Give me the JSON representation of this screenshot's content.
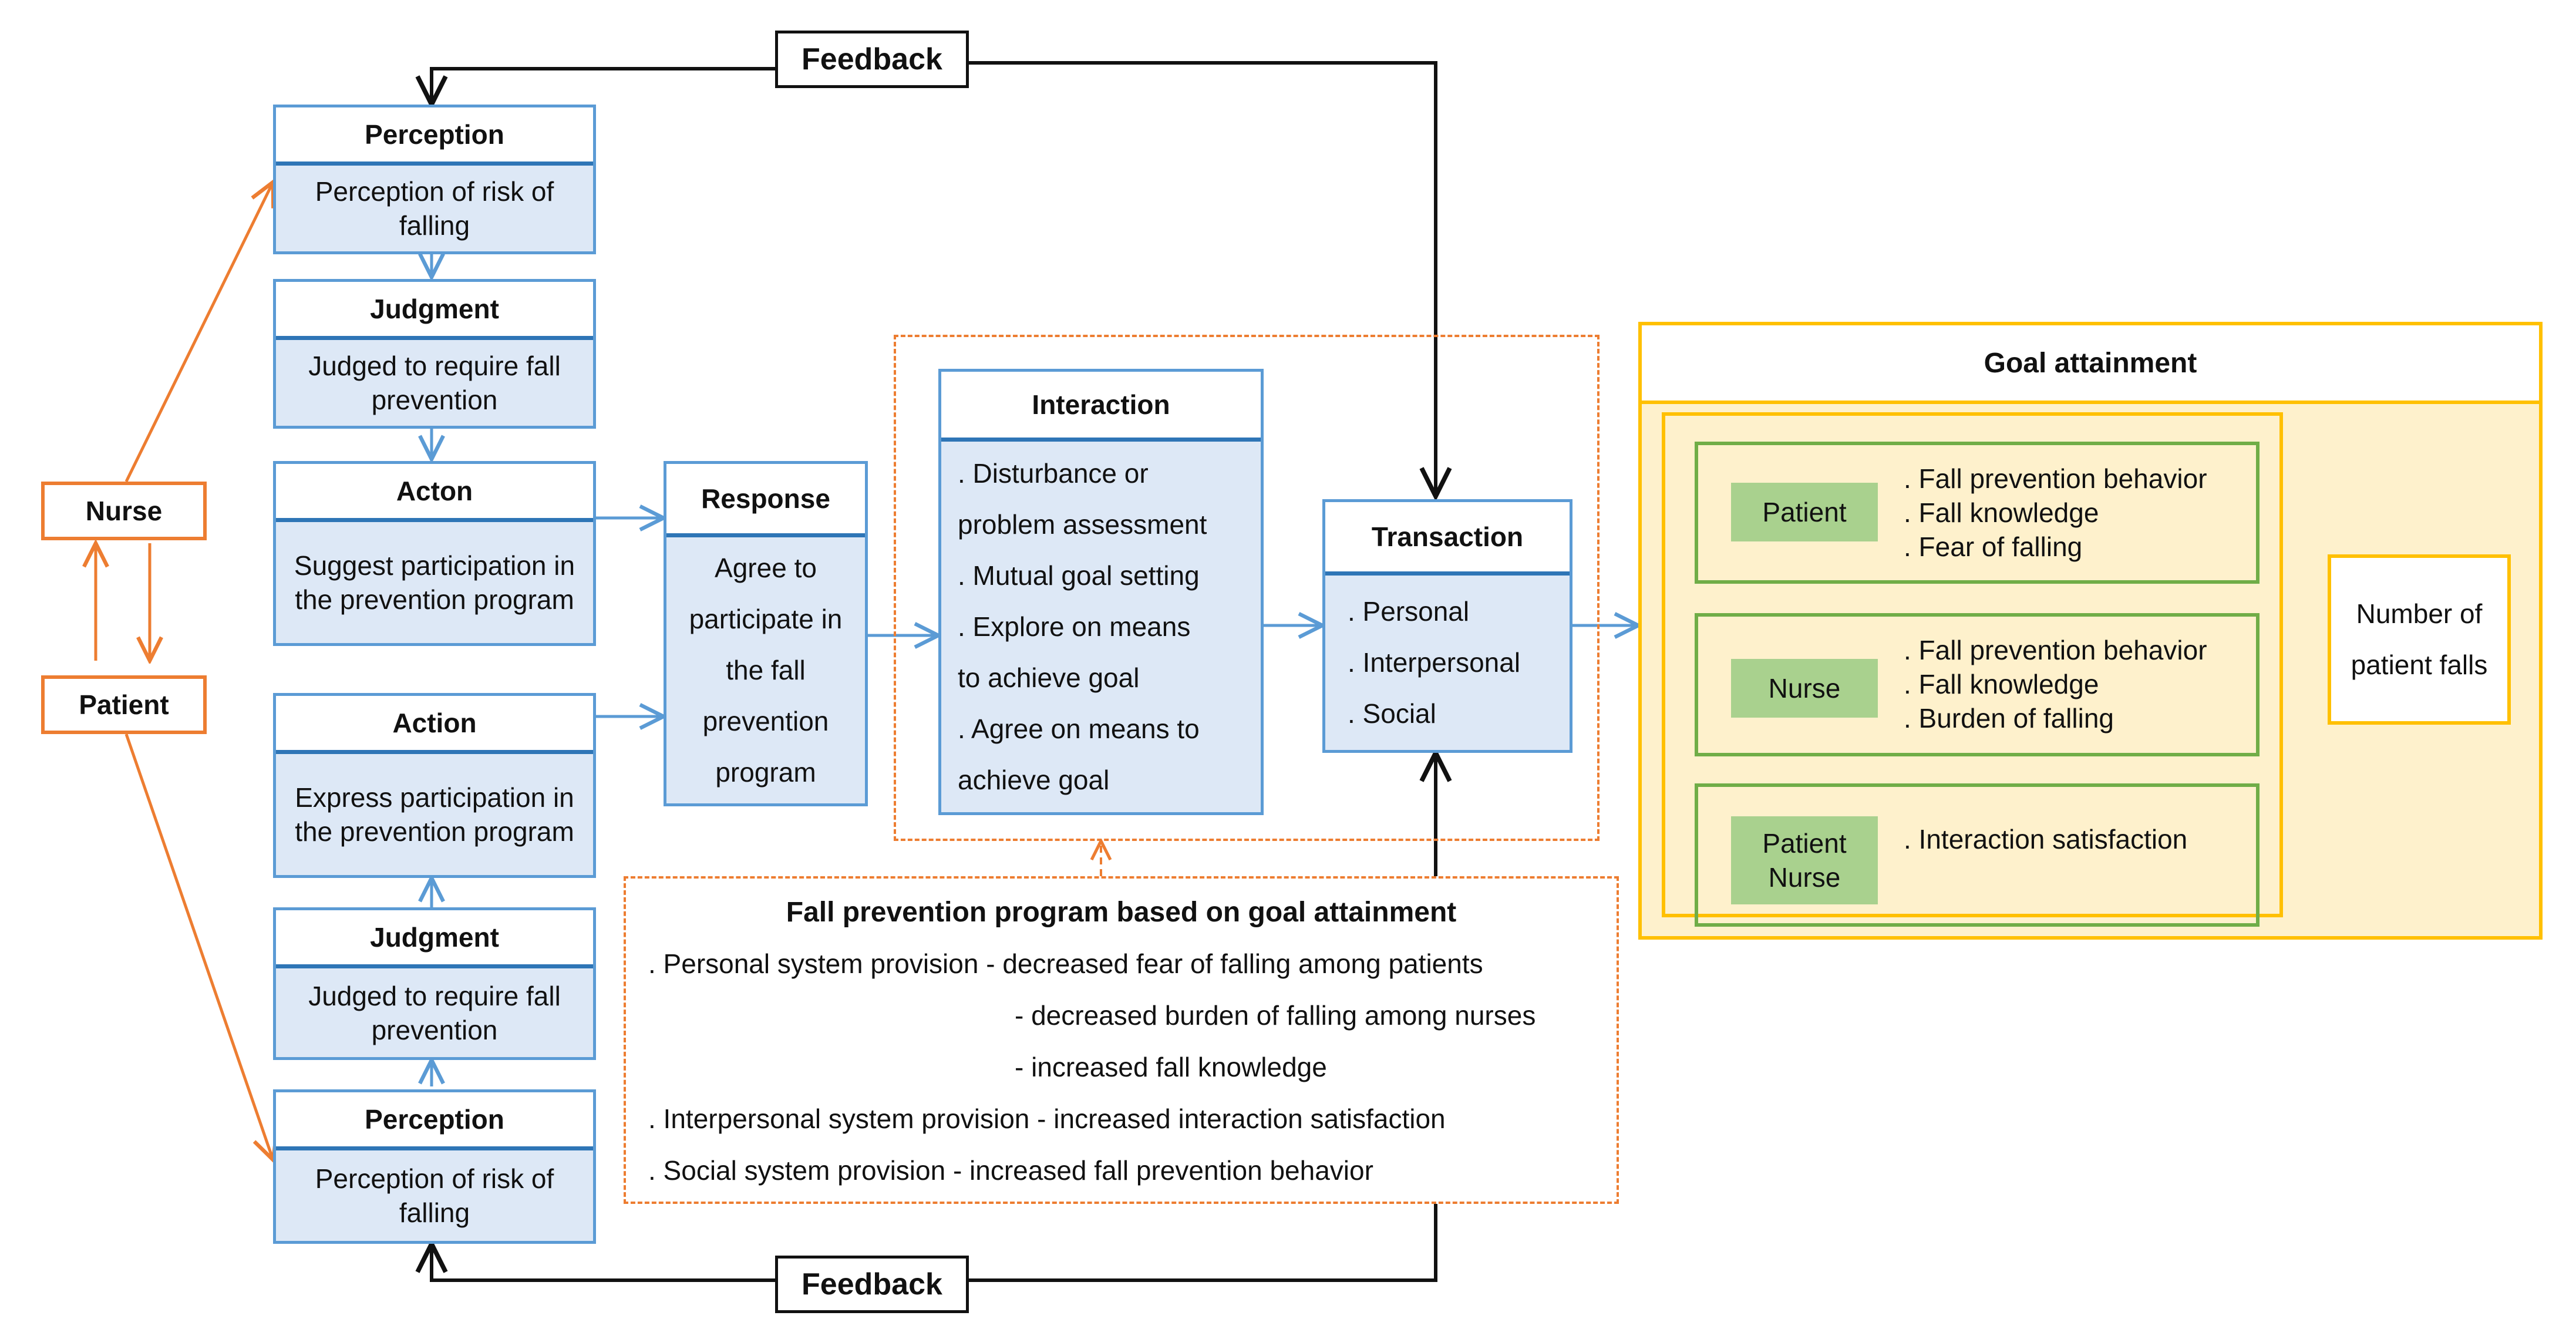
{
  "feedback": {
    "top_label": "Feedback",
    "bottom_label": "Feedback"
  },
  "actors": {
    "nurse": "Nurse",
    "patient": "Patient"
  },
  "nurse_column": {
    "perception": {
      "title": "Perception",
      "body": "Perception of risk of falling"
    },
    "judgment": {
      "title": "Judgment",
      "body": "Judged to require fall prevention"
    },
    "action": {
      "title": "Acton",
      "body": "Suggest participation in the prevention program"
    }
  },
  "patient_column": {
    "action": {
      "title": "Action",
      "body": "Express participation in the prevention program"
    },
    "judgment": {
      "title": "Judgment",
      "body": "Judged to require fall prevention"
    },
    "perception": {
      "title": "Perception",
      "body": "Perception of risk of falling"
    }
  },
  "response": {
    "title": "Response",
    "body": "Agree to participate in the fall prevention program"
  },
  "interaction": {
    "title": "Interaction",
    "items": [
      ". Disturbance or",
      "problem assessment",
      ". Mutual goal setting",
      ". Explore on means",
      "to achieve goal",
      ". Agree on means to",
      "achieve goal"
    ]
  },
  "transaction": {
    "title": "Transaction",
    "items": [
      ". Personal",
      ". Interpersonal",
      ". Social"
    ]
  },
  "program": {
    "title": "Fall prevention program based on goal attainment",
    "lines": [
      ". Personal system provision - decreased fear of falling among patients",
      "- decreased burden of falling among nurses",
      "- increased fall knowledge",
      ". Interpersonal system provision - increased interaction satisfaction",
      ". Social system provision - increased fall prevention behavior"
    ]
  },
  "goal_attainment": {
    "title": "Goal attainment",
    "groups": [
      {
        "label": "Patient",
        "outcomes": [
          ". Fall prevention behavior",
          ". Fall knowledge",
          ". Fear of falling"
        ]
      },
      {
        "label": "Nurse",
        "outcomes": [
          ". Fall prevention behavior",
          ". Fall knowledge",
          ". Burden of falling"
        ]
      },
      {
        "label": "Patient\nNurse",
        "outcomes": [
          ". Interaction satisfaction"
        ]
      }
    ],
    "outcome": "Number of patient falls"
  },
  "colors": {
    "orange": "#ed7d31",
    "blue_border": "#5b9bd5",
    "blue_title_rule": "#2e75b6",
    "blue_fill": "#dde8f6",
    "gold": "#ffc000",
    "gold_fill": "#fef1cc",
    "green_border": "#70ad47",
    "green_fill": "#a9d18e",
    "black": "#111111"
  }
}
